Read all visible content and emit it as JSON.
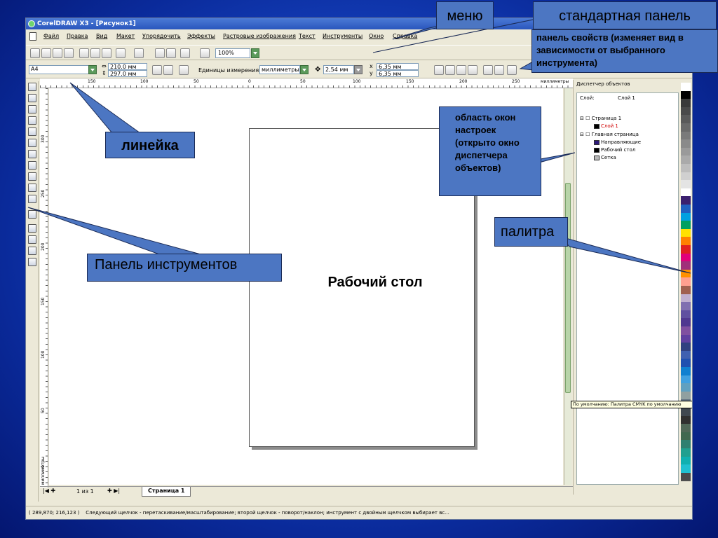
{
  "window": {
    "title": "CorelDRAW X3 - [Рисунок1]"
  },
  "menu": {
    "items": [
      "Файл",
      "Правка",
      "Вид",
      "Макет",
      "Упорядочить",
      "Эффекты",
      "Растровые изображения",
      "Текст",
      "Инструменты",
      "Окно",
      "Справка"
    ]
  },
  "standard_toolbar": {
    "zoom": "100%"
  },
  "property_bar": {
    "paper_size": "A4",
    "width": "210.0 мм",
    "height": "297.0 мм",
    "units_label": "Единицы измерения:",
    "units_value": "миллиметры",
    "nudge": "2,54 мм",
    "dup_x": "6,35 мм",
    "dup_y": "6,35 мм"
  },
  "rulers": {
    "horizontal_ticks": [
      "150",
      "100",
      "50",
      "0",
      "50",
      "100",
      "150",
      "200",
      "250",
      "миллиметры"
    ],
    "vertical_ticks": [
      "300",
      "250",
      "200",
      "150",
      "100",
      "50",
      "0",
      "миллиметры"
    ]
  },
  "page_navigator": {
    "page_count": "1 из 1",
    "page_tab": "Страница 1"
  },
  "docker": {
    "title": "Диспетчер объектов",
    "layer_label": "Слой:",
    "layer_value": "Слой 1",
    "tree": {
      "page1": "Страница 1",
      "layer1": "Слой 1",
      "master": "Главная страница",
      "guides": "Направляющие",
      "desktop": "Рабочий стол",
      "grid": "Сетка"
    },
    "palette_tooltip": "По умолчанию: Палитра CMYK по умолчанию"
  },
  "status_bar": {
    "coords": "( 289,870; 216,123 )",
    "hint": "Следующий щелчок - перетаскивание/масштабирование; второй щелчок - поворот/наклон; инструмент с двойным щелчком выбирает вс..."
  },
  "callouts": {
    "menu": "меню",
    "standard": "стандартная панель",
    "properties": "панель свойств (изменяет вид в зависимости от выбранного инструмента)",
    "ruler": "линейка",
    "dockers": "область окон настроек (открыто окно диспетчера объектов)",
    "palette": "палитра",
    "toolbox": "Панель инструментов",
    "desktop": "Рабочий стол"
  },
  "colors": {
    "callout_fill": "#4c76c2",
    "window_bg": "#ece9d8",
    "title_bar": "#2a56bd",
    "palette": [
      "#ffffff",
      "#000000",
      "#3a3a3a",
      "#4a4a4a",
      "#5a5a5a",
      "#6a6a6a",
      "#7a7a7a",
      "#8a8a8a",
      "#9a9a9a",
      "#aaaaaa",
      "#bdbdbd",
      "#d0d0d0",
      "#e4e4e4",
      "#ffffff",
      "#3b1f6e",
      "#2060c0",
      "#00a0e0",
      "#00a060",
      "#ffe000",
      "#ff8000",
      "#e02020",
      "#e0007a",
      "#a0307a",
      "#ff9000",
      "#ffa090",
      "#a06050",
      "#c0b0d0",
      "#8070b0",
      "#6050a0",
      "#503890",
      "#8050a0",
      "#6040a0",
      "#304080",
      "#4060b0",
      "#2050b0",
      "#1080d0",
      "#40a0e0",
      "#60a0c0",
      "#90a0a0",
      "#607080",
      "#404850",
      "#303030",
      "#506858",
      "#406850",
      "#308070",
      "#20a090",
      "#10b0b0",
      "#20c0d0",
      "#4a4a4a"
    ]
  }
}
